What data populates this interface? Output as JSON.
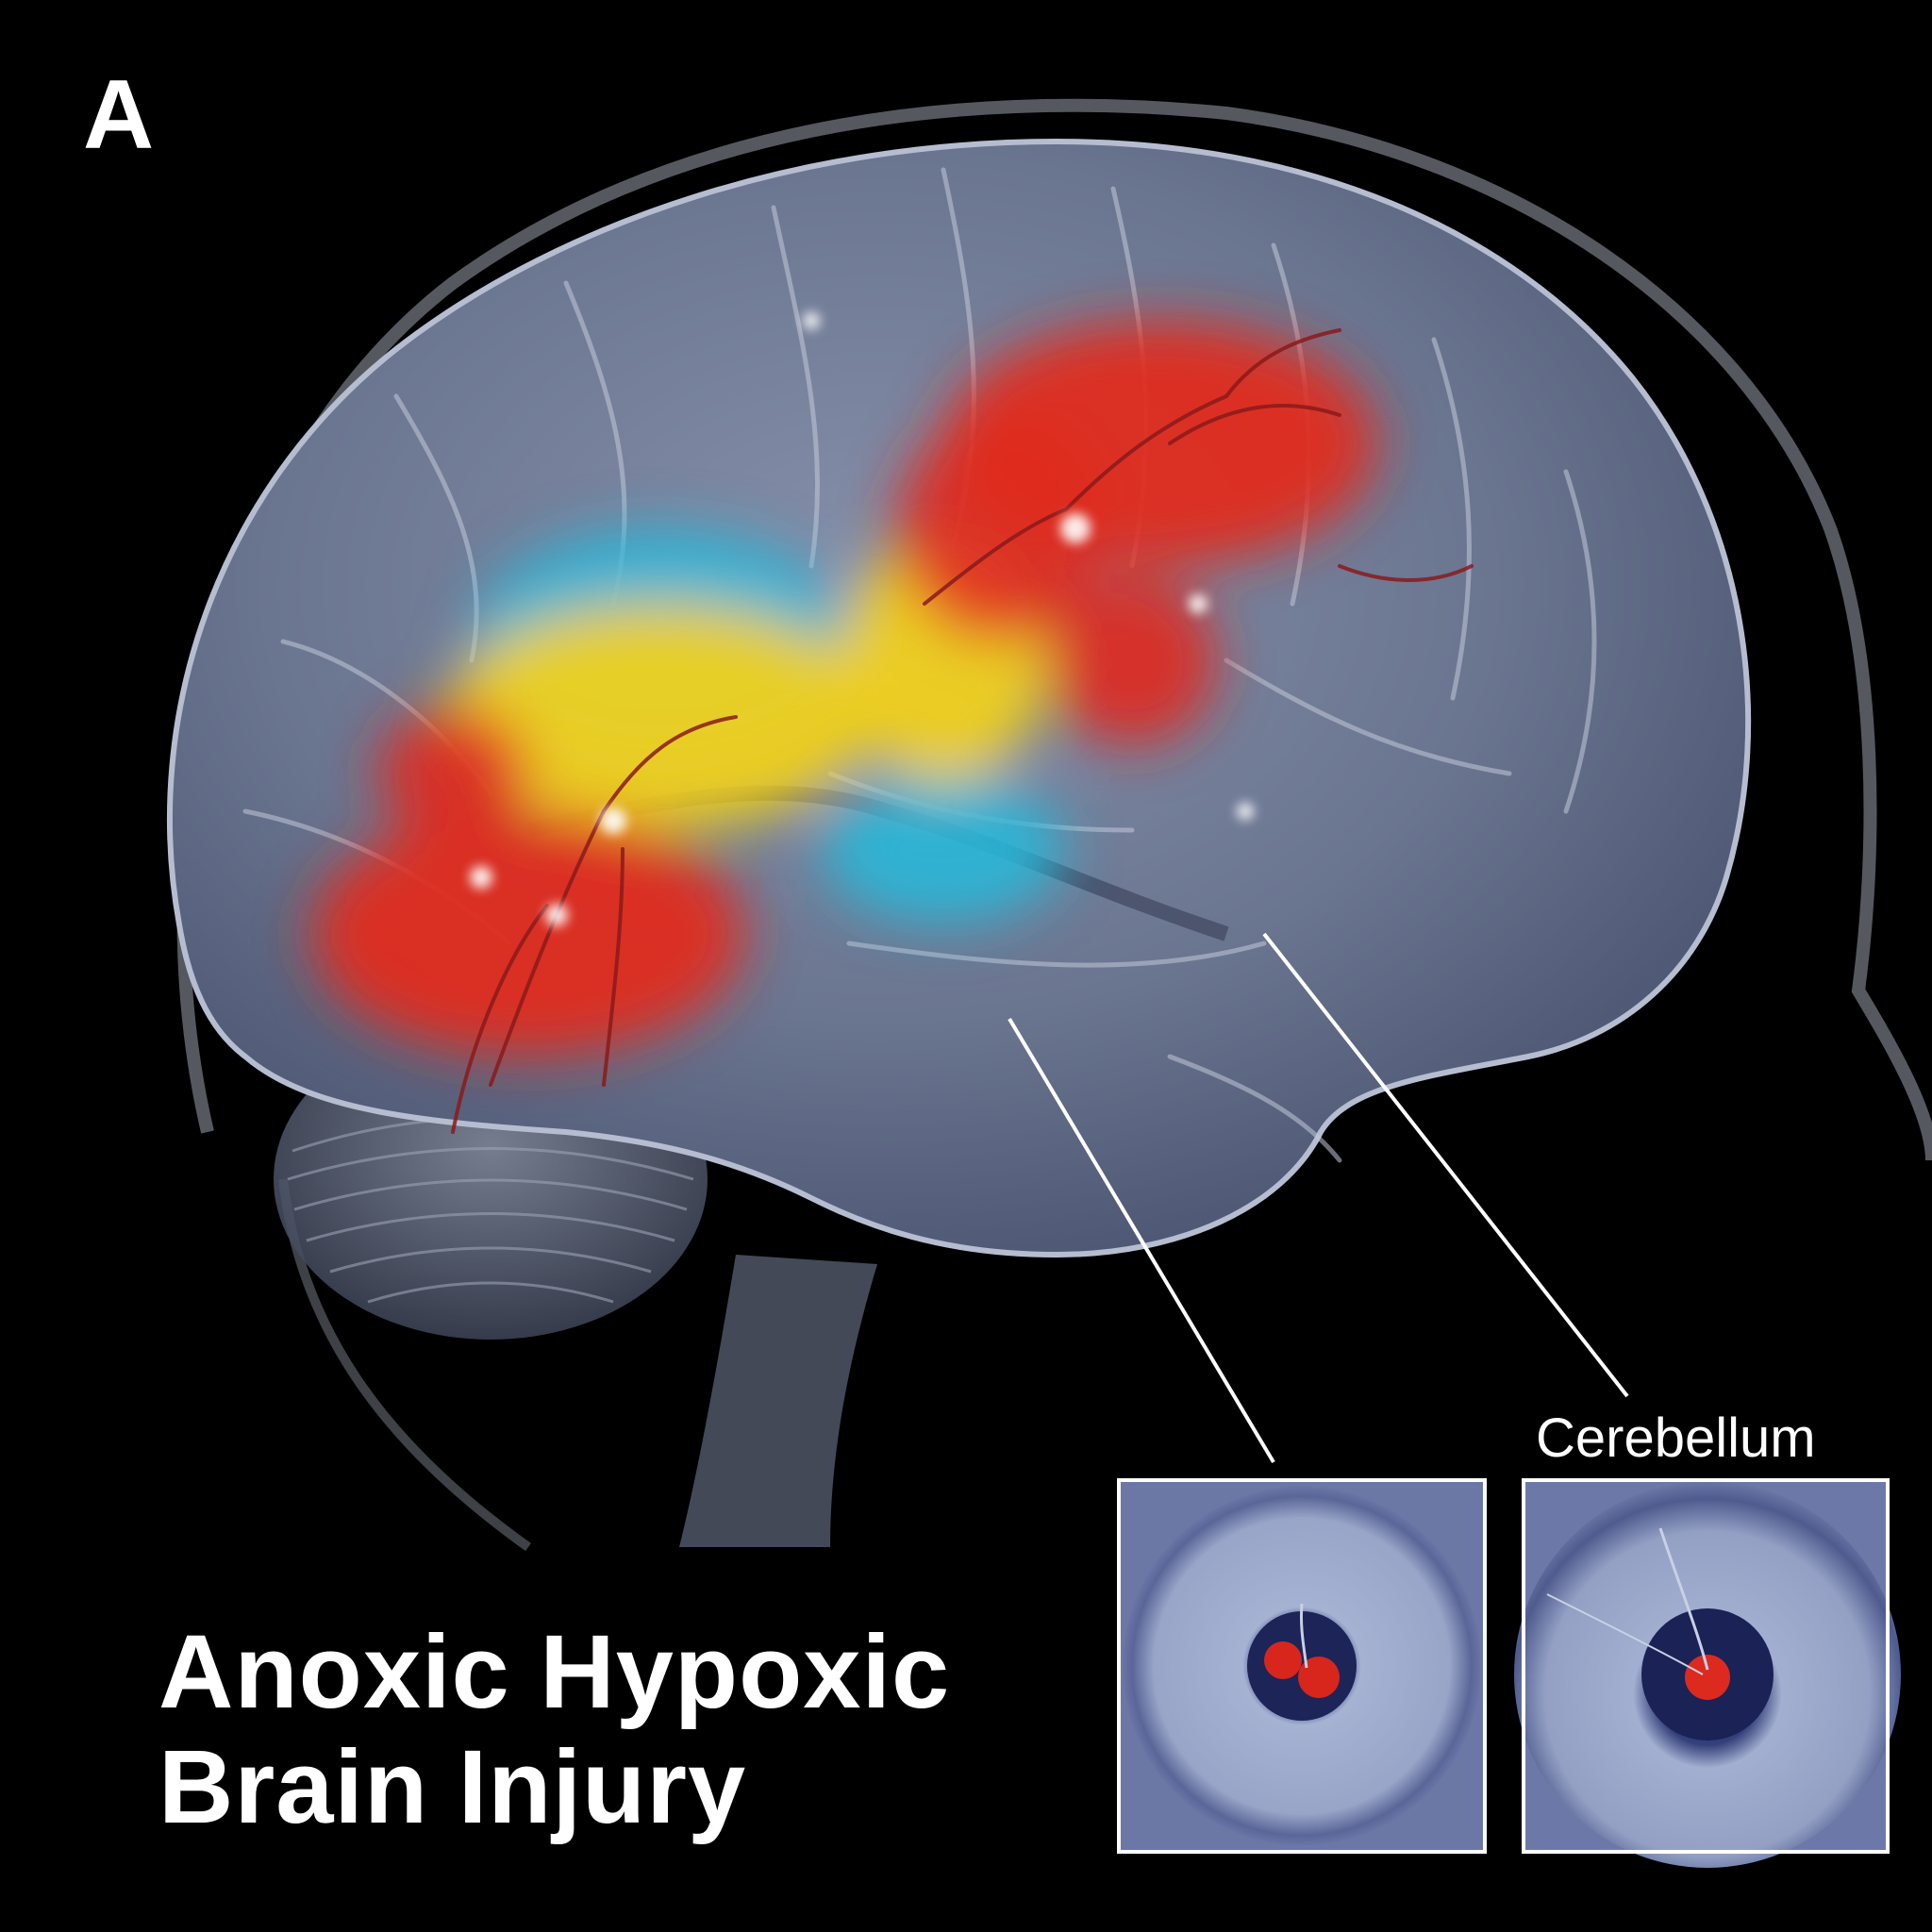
{
  "figure": {
    "panel_letter": "A",
    "title_lines": [
      "Anoxic Hypoxic",
      "Brain Injury"
    ],
    "callout_label": "Cerebellum"
  },
  "colors": {
    "background": "#000000",
    "brain_tissue": "#6f7a95",
    "injury_high": "#e02a1f",
    "injury_medium": "#f0d020",
    "injury_low": "#2ab7d8",
    "vessel": "#8a1a1a",
    "inset_tissue": "#9aa6c8",
    "inset_core": "#2a3566",
    "text": "#ffffff"
  }
}
